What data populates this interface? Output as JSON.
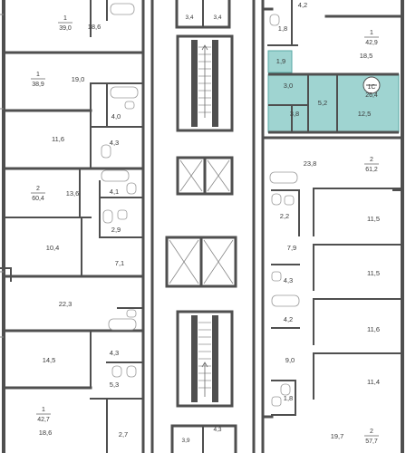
{
  "colors": {
    "wall": "#4f4f4f",
    "highlight_fill": "#9fd4d1",
    "highlight_stroke": "#5aa9a5",
    "background": "#ffffff"
  },
  "left": {
    "apt_top_rooms": "1",
    "apt_top_area": "39,0",
    "room_top_1": "18,6",
    "apt_2_rooms": "1",
    "apt_2_area": "38,9",
    "room_2_main": "19,0",
    "room_2_hall": "4,0",
    "room_3_main": "11,6",
    "room_3_bath": "4,3",
    "apt_4_rooms": "2",
    "apt_4_area": "60,4",
    "room_4_main": "13,6",
    "room_4_bath": "4,1",
    "room_4_wc": "2,9",
    "room_4_small": "10,4",
    "room_4_hall": "7,1",
    "room_5_main": "22,3",
    "room_6_main": "14,5",
    "room_6_bath": "4,3",
    "room_6_hall": "5,3",
    "apt_7_rooms": "1",
    "apt_7_area": "42,7",
    "room_7_main": "18,6",
    "room_7_bath": "2,7"
  },
  "core": {
    "top_1": "3,4",
    "top_2": "3,4",
    "bottom_1": "3,9",
    "bottom_2": "4,3"
  },
  "right": {
    "room_top_small": "4,2",
    "room_top_wc": "1,8",
    "apt_top_rooms": "1",
    "apt_top_area": "42,9",
    "room_top_main": "18,5",
    "room_hl_wc": "1,9",
    "room_hl_hall": "3,0",
    "room_hl_kitchen": "5,2",
    "room_hl_bath": "3,8",
    "room_hl_main": "12,5",
    "apt_hl_rooms": "1С",
    "apt_hl_area": "26,4",
    "room_big": "23,8",
    "apt_2_rooms": "2",
    "apt_2_area": "61,2",
    "room_bath_1": "2,2",
    "room_r1": "11,5",
    "room_hall_1": "7,9",
    "room_r2": "11,5",
    "room_bath_2": "4,3",
    "room_bath_3": "4,2",
    "room_r3": "11,6",
    "room_hall_2": "9,0",
    "room_r4": "11,4",
    "room_wc_2": "1,8",
    "room_r5": "19,7",
    "apt_3_rooms": "2",
    "apt_3_area": "57,7"
  }
}
